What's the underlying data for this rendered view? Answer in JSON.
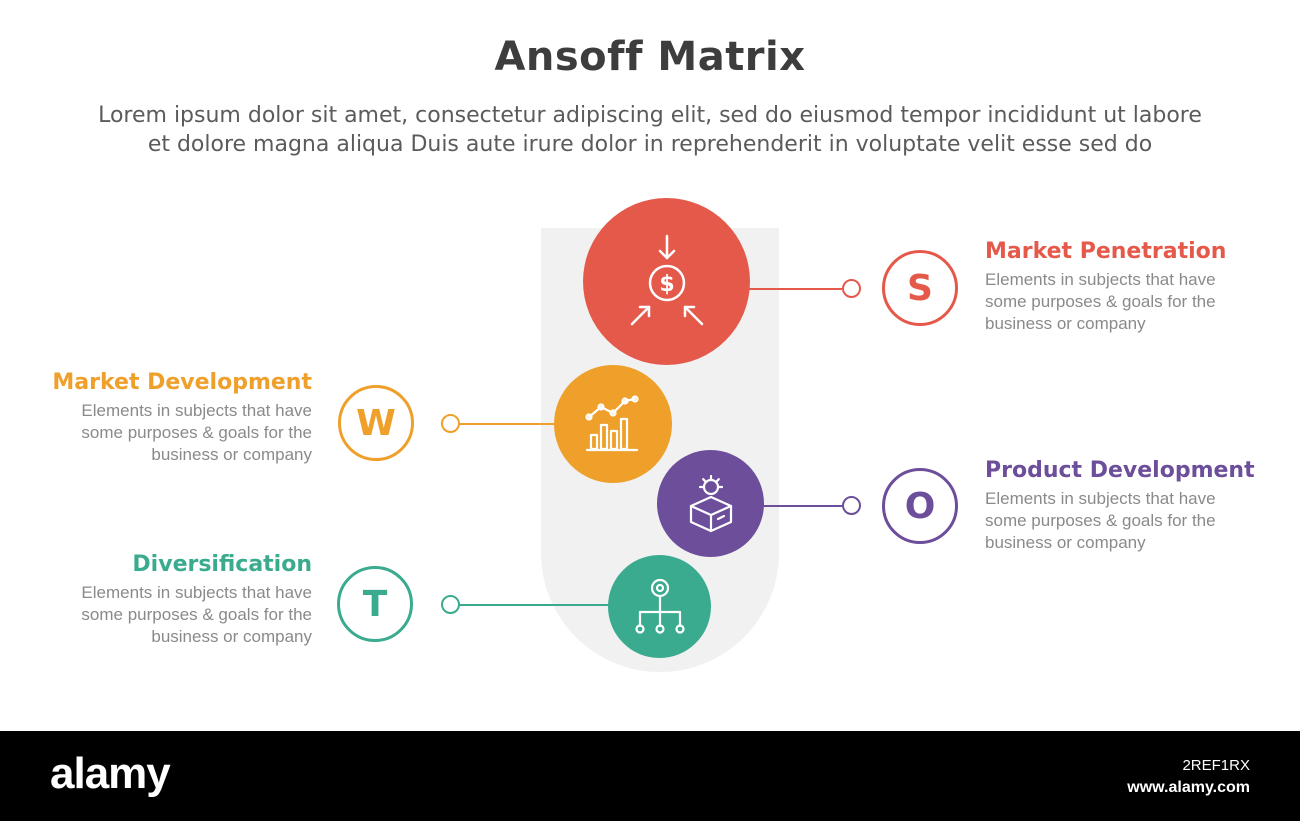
{
  "title": "Ansoff Matrix",
  "subtitle": [
    "Lorem ipsum dolor sit amet, consectetur adipiscing elit, sed do eiusmod tempor incididunt ut labore",
    "et dolore magna aliqua Duis aute irure dolor in reprehenderit in voluptate velit esse sed do"
  ],
  "colors": {
    "penetration": "#e5594a",
    "development": "#efa02b",
    "product": "#6c4e9b",
    "diversification": "#3aab8f",
    "background_pill": "#f1f1f1"
  },
  "items": {
    "penetration": {
      "letter": "S",
      "heading": "Market Penetration",
      "desc": "Elements in subjects that have\nsome purposes & goals for the\nbusiness or company",
      "icon": "dollar-target-icon"
    },
    "development": {
      "letter": "W",
      "heading": "Market Development",
      "desc": "Elements in subjects that have\nsome purposes & goals for the\nbusiness or company",
      "icon": "bar-chart-growth-icon"
    },
    "product": {
      "letter": "O",
      "heading": "Product Development",
      "desc": "Elements in subjects that have\nsome purposes & goals for the\nbusiness or company",
      "icon": "box-gear-icon"
    },
    "diversification": {
      "letter": "T",
      "heading": "Diversification",
      "desc": "Elements in subjects that have\nsome purposes & goals for the\nbusiness or company",
      "icon": "network-hierarchy-icon"
    }
  },
  "footer": {
    "brand": "alamy",
    "image_id": "2REF1RX",
    "url": "www.alamy.com"
  }
}
